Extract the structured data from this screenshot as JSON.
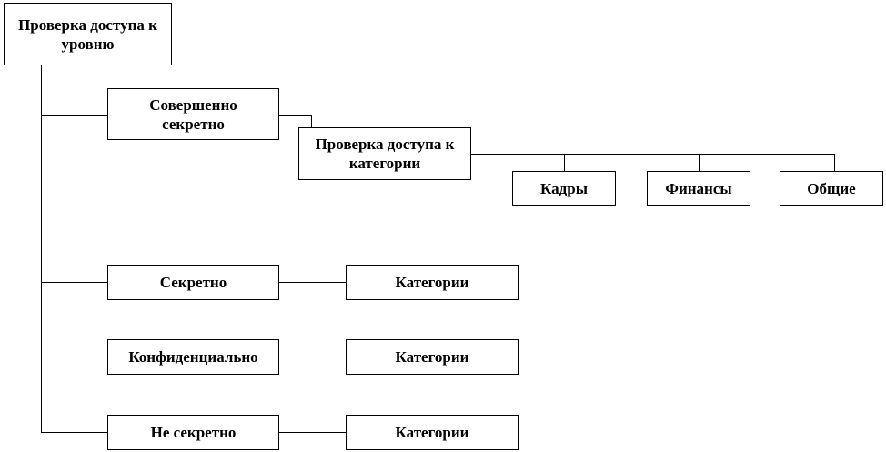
{
  "diagram": {
    "root": "Проверка доступа к уровню",
    "levels": [
      {
        "label": "Совершенно секретно",
        "child": "Проверка доступа к категории"
      },
      {
        "label": "Секретно",
        "child": "Категории"
      },
      {
        "label": "Конфиденциально",
        "child": "Категории"
      },
      {
        "label": "Не секретно",
        "child": "Категории"
      }
    ],
    "categories": [
      "Кадры",
      "Финансы",
      "Общие"
    ]
  }
}
